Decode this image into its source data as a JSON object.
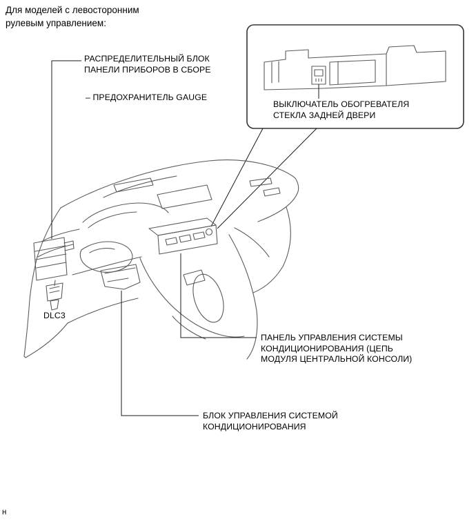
{
  "intro": {
    "lines": [
      "Для моделей с левосторонним",
      "рулевым управлением:"
    ]
  },
  "labels": {
    "junction_block_lines": [
      "РАСПРЕДЕЛИТЕЛЬНЫЙ БЛОК",
      "ПАНЕЛИ ПРИБОРОВ В СБОРЕ"
    ],
    "gauge_fuse": "– ПРЕДОХРАНИТЕЛЬ GAUGE",
    "dlc3": "DLC3",
    "ac_control_panel_lines": [
      "ПАНЕЛЬ УПРАВЛЕНИЯ СИСТЕМЫ",
      "КОНДИЦИОНИРОВАНИЯ (ЦЕПЬ",
      "МОДУЛЯ ЦЕНТРАЛЬНОЙ КОНСОЛИ)"
    ],
    "ac_control_unit_lines": [
      "БЛОК УПРАВЛЕНИЯ СИСТЕМОЙ",
      "КОНДИЦИОНИРОВАНИЯ"
    ]
  },
  "inset": {
    "label_lines": [
      "ВЫКЛЮЧАТЕЛЬ ОБОГРЕВАТЕЛЯ",
      "СТЕКЛА ЗАДНЕЙ ДВЕРИ"
    ]
  },
  "footer": {
    "note": "н"
  },
  "colors": {
    "background": "#ffffff",
    "text": "#000000",
    "line_art": "#5a5a5a",
    "leader": "#1a1a1a",
    "inset_border": "#333333"
  }
}
